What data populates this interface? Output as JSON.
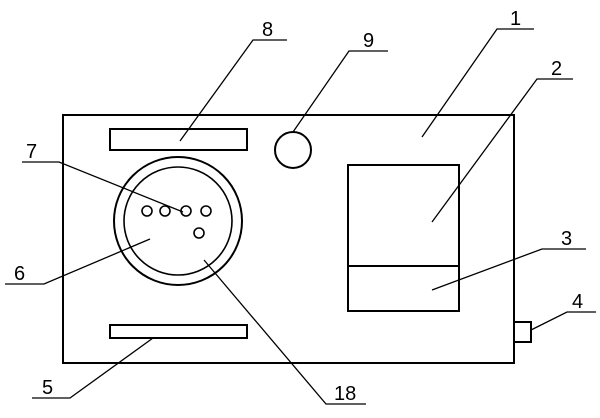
{
  "figure": {
    "stroke_color": "#000000",
    "background_color": "#ffffff",
    "labels": {
      "housing": "1",
      "upper_panel": "2",
      "lower_panel": "3",
      "side_connector": "4",
      "bottom_slot": "5",
      "round_socket": "6",
      "socket_pins": "7",
      "top_slot": "8",
      "round_button": "9",
      "socket_ring": "18"
    }
  }
}
